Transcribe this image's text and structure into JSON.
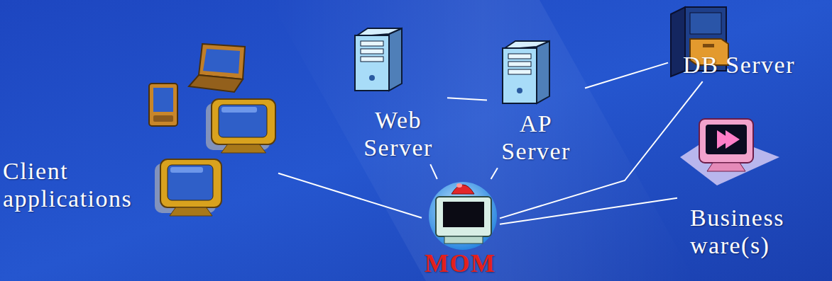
{
  "diagram": {
    "nodes": [
      {
        "text": [
          "Client applications"
        ]
      },
      {
        "text": [
          "Web Server"
        ]
      },
      {
        "text": [
          "AP Server"
        ]
      },
      {
        "text": [
          "DB Server"
        ]
      },
      {
        "text": [
          "MOM"
        ]
      },
      {
        "text": [
          "Business ware(s)"
        ]
      }
    ],
    "edges": [
      {
        "from": 0,
        "to": 4,
        "arrow": "none"
      },
      {
        "from": 1,
        "to": 2,
        "arrow": "none"
      },
      {
        "from": 2,
        "to": 3,
        "arrow": "none"
      },
      {
        "from": 1,
        "to": 4,
        "arrow": "none"
      },
      {
        "from": 2,
        "to": 4,
        "arrow": "none"
      },
      {
        "from": 3,
        "to": 4,
        "arrow": "none"
      },
      {
        "from": 5,
        "to": 4,
        "arrow": "none"
      }
    ]
  }
}
